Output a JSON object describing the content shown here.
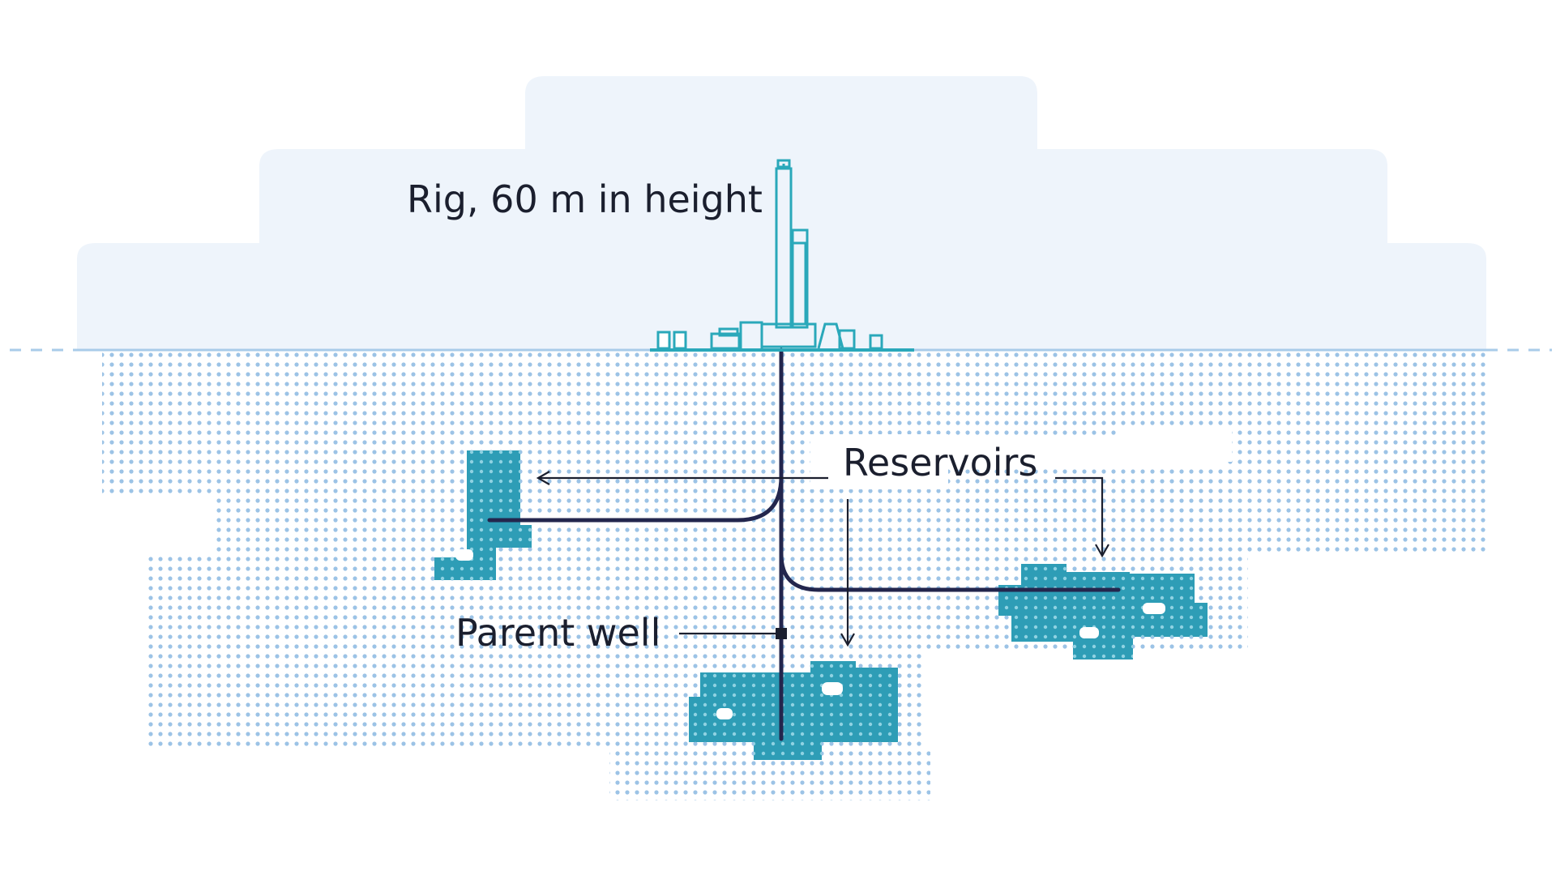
{
  "labels": {
    "rig": "Rig, 60 m in height",
    "reservoirs": "Reservoirs",
    "parent_well": "Parent well"
  },
  "colors": {
    "sky": "#eef4fb",
    "ground_dots": "#9cc3e6",
    "ground_line": "#a9cbe9",
    "reservoir": "#2e9db6",
    "reservoir_dot": "#8fd2e2",
    "rig": "#2aa8ba",
    "well": "#23264d",
    "arrow": "#1b1f2e"
  }
}
